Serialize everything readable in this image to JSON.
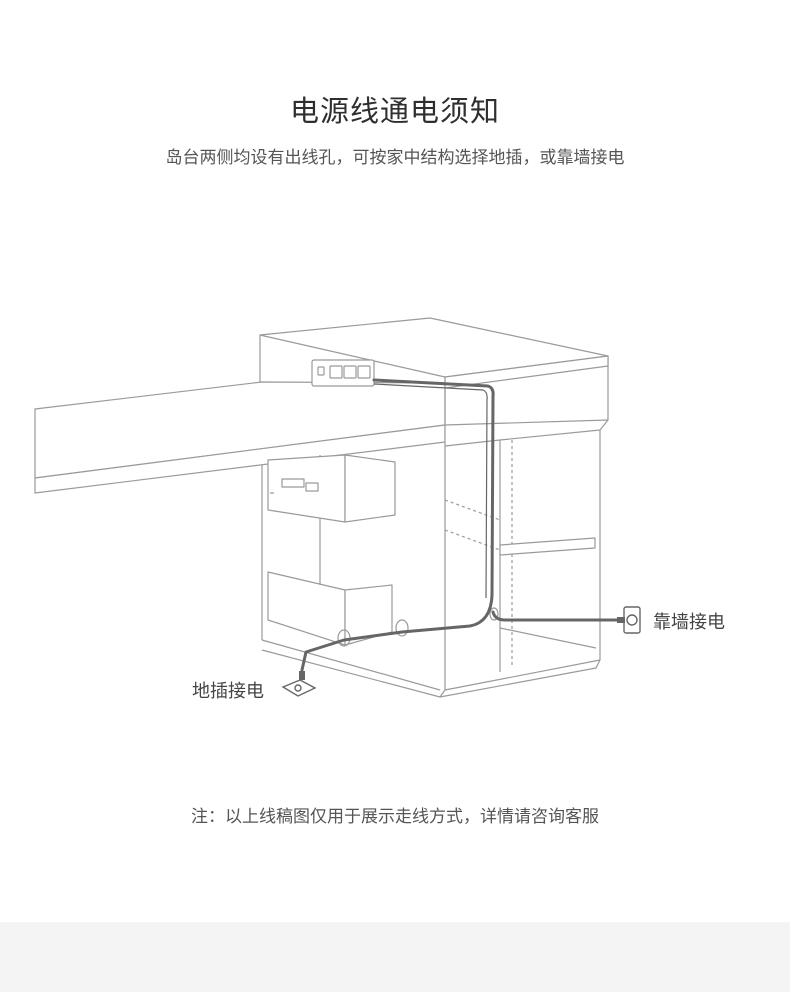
{
  "header": {
    "title": "电源线通电须知",
    "subtitle": "岛台两侧均设有出线孔，可按家中结构选择地插，或靠墙接电"
  },
  "callouts": {
    "wall": "靠墙接电",
    "floor": "地插接电"
  },
  "footer": {
    "note": "注：以上线稿图仅用于展示走线方式，详情请咨询客服"
  }
}
